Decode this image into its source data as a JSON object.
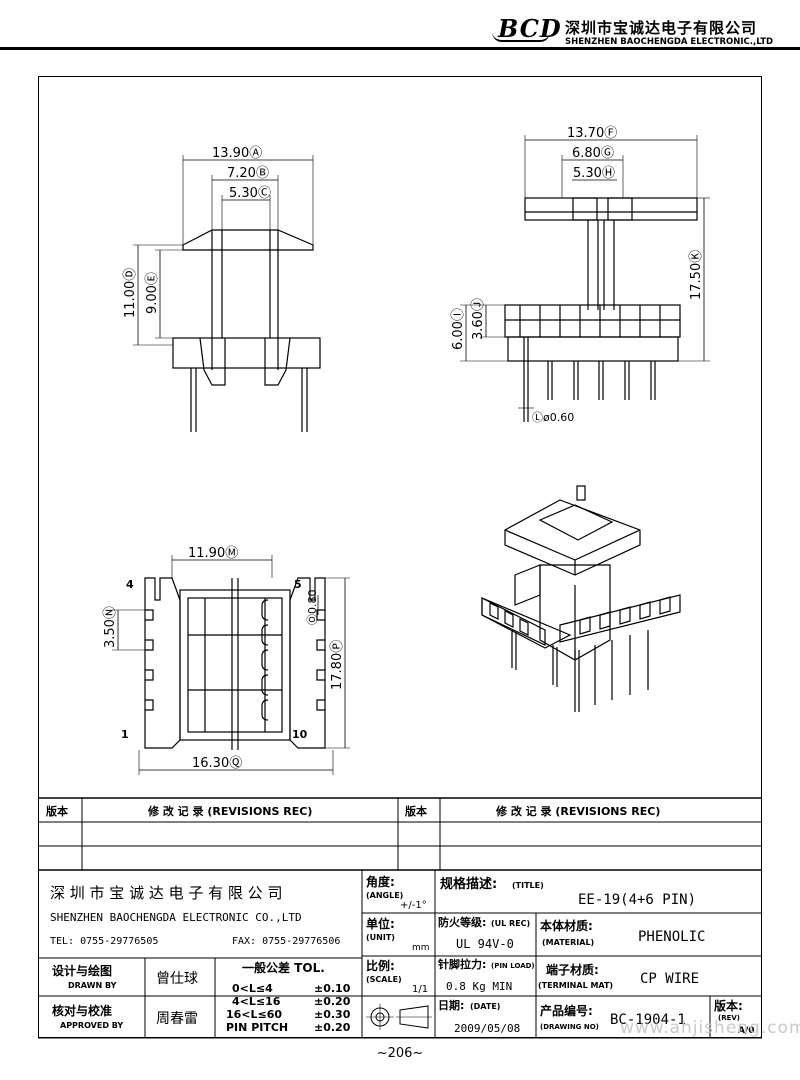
{
  "header": {
    "logo_text": "BCD",
    "company_cn": "深圳市宝诚达电子有限公司",
    "company_en": "SHENZHEN BAOCHENGDA ELECTRONIC.,LTD"
  },
  "drawing": {
    "front_view": {
      "dims": {
        "w_total": "13.90Ⓐ",
        "w_mid": "7.20Ⓑ",
        "w_inner": "5.30Ⓒ",
        "h_total": "11.00Ⓓ",
        "h_inner": "9.00Ⓔ"
      }
    },
    "side_view": {
      "dims": {
        "w_total": "13.70Ⓕ",
        "w_mid": "6.80Ⓖ",
        "w_inner": "5.30Ⓗ",
        "h_total": "17.50Ⓚ",
        "h_left": "6.00Ⓘ",
        "h_small": "3.60Ⓙ",
        "pin_dia": "Ⓛø0.60"
      }
    },
    "bottom_view": {
      "dims": {
        "w_top": "11.90Ⓜ",
        "pitch": "3.50Ⓝ",
        "slot": "Ⓞ0.80",
        "h_total": "17.80Ⓟ",
        "w_bottom": "16.30Ⓠ"
      },
      "pins": {
        "p4": "4",
        "p5": "5",
        "p1": "1",
        "p10": "10"
      }
    }
  },
  "revisions": {
    "col1_label": "版本",
    "col2_label": "修  改  记  录  (REVISIONS REC)",
    "col3_label": "版本",
    "col4_label": "修  改  记  录  (REVISIONS REC)"
  },
  "title_block": {
    "company_cn": "深 圳 市 宝 诚 达 电 子 有 限 公 司",
    "company_en": "SHENZHEN BAOCHENGDA ELECTRONIC CO.,LTD",
    "tel": "TEL: 0755-29776505",
    "fax": "FAX: 0755-29776506",
    "angle_cn": "角度:",
    "angle_en": "(ANGLE)",
    "angle_val": "+/-1°",
    "unit_cn": "单位:",
    "unit_en": "(UNIT)",
    "unit_val": "mm",
    "scale_cn": "比例:",
    "scale_en": "(SCALE)",
    "scale_val": "1/1",
    "title_cn": "规格描述:",
    "title_en": "(TITLE)",
    "title_val": "EE-19(4+6 PIN)",
    "flame_cn": "防火等级:",
    "flame_en": "(UL REC)",
    "flame_val": "UL 94V-0",
    "material_cn": "本体材质:",
    "material_en": "(MATERIAL)",
    "material_val": "PHENOLIC",
    "pinload_cn": "针脚拉力:",
    "pinload_en": "(PIN LOAD)",
    "pinload_val": "0.8 Kg MIN",
    "terminal_cn": "端子材质:",
    "terminal_en": "(TERMINAL MAT)",
    "terminal_val": "CP WIRE",
    "date_cn": "日期:",
    "date_en": "(DATE)",
    "date_val": "2009/05/08",
    "drawno_cn": "产品编号:",
    "drawno_en": "(DRAWING NO)",
    "drawno_val": "BC-1904-1",
    "rev_cn": "版本:",
    "rev_en": "(REV)",
    "rev_val": "A/0",
    "drawn_cn": "设计与绘图",
    "drawn_en": "DRAWN BY",
    "drawn_name": "曾仕球",
    "approved_cn": "核对与校准",
    "approved_en": "APPROVED BY",
    "approved_name": "周春雷",
    "tol_title": "一般公差 TOL.",
    "tol_rows": [
      {
        "range": "0<L≤4",
        "val": "±0.10"
      },
      {
        "range": "4<L≤16",
        "val": "±0.20"
      },
      {
        "range": "16<L≤60",
        "val": "±0.30"
      },
      {
        "range": "PIN PITCH",
        "val": "±0.20"
      }
    ]
  },
  "footer": {
    "page": "~206~"
  },
  "watermark": "www.ahjisheng.com"
}
